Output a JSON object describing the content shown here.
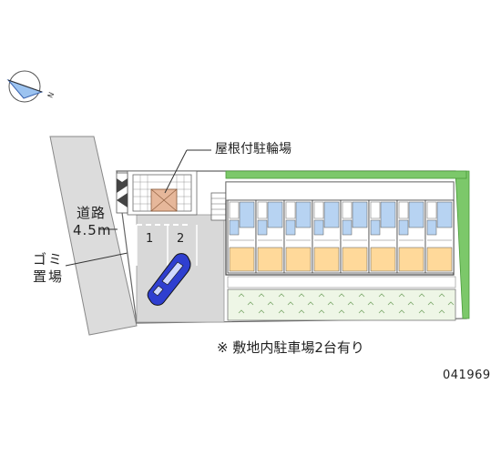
{
  "labels": {
    "compass_north": "N",
    "road_line1": "道路",
    "road_line2": "4.5m",
    "garbage_line1": "ゴミ",
    "garbage_line2": "置場",
    "bicycle_parking": "屋根付駐輪場",
    "parking_space_1": "1",
    "parking_space_2": "2",
    "parking_note": "※ 敷地内駐車場2台有り",
    "property_id": "041969"
  },
  "colors": {
    "road": "#dcdcdc",
    "unit_blue": "#b7d3f2",
    "unit_orange": "#ffd99a",
    "green_belt": "#7cc86a",
    "lawn": "#eef6e6",
    "car": "#2f3fd0"
  },
  "building": {
    "unit_count": 8
  }
}
